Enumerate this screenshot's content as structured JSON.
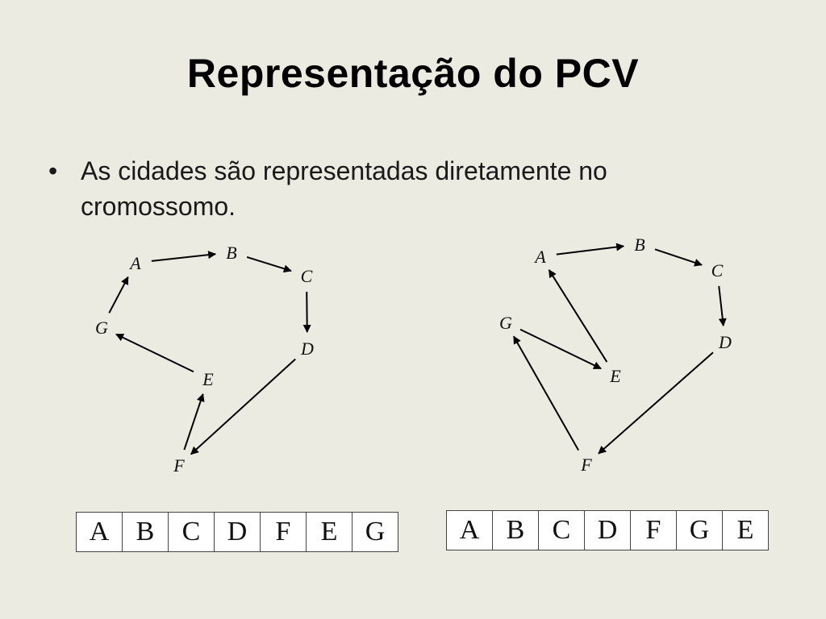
{
  "slide": {
    "title": "Representação do PCV",
    "bullet_symbol": "•",
    "bullet_text": "As cidades são representadas diretamente no cromossomo."
  },
  "diagrams": [
    {
      "nodes": [
        {
          "id": "A",
          "label": "A"
        },
        {
          "id": "B",
          "label": "B"
        },
        {
          "id": "C",
          "label": "C"
        },
        {
          "id": "D",
          "label": "D"
        },
        {
          "id": "E",
          "label": "E"
        },
        {
          "id": "F",
          "label": "F"
        },
        {
          "id": "G",
          "label": "G"
        }
      ],
      "edges": [
        [
          "A",
          "B"
        ],
        [
          "B",
          "C"
        ],
        [
          "C",
          "D"
        ],
        [
          "D",
          "F"
        ],
        [
          "F",
          "E"
        ],
        [
          "E",
          "G"
        ],
        [
          "G",
          "A"
        ]
      ],
      "chromosome": [
        "A",
        "B",
        "C",
        "D",
        "F",
        "E",
        "G"
      ]
    },
    {
      "nodes": [
        {
          "id": "A",
          "label": "A"
        },
        {
          "id": "B",
          "label": "B"
        },
        {
          "id": "C",
          "label": "C"
        },
        {
          "id": "D",
          "label": "D"
        },
        {
          "id": "E",
          "label": "E"
        },
        {
          "id": "F",
          "label": "F"
        },
        {
          "id": "G",
          "label": "G"
        }
      ],
      "edges": [
        [
          "A",
          "B"
        ],
        [
          "B",
          "C"
        ],
        [
          "C",
          "D"
        ],
        [
          "D",
          "F"
        ],
        [
          "F",
          "G"
        ],
        [
          "G",
          "E"
        ],
        [
          "E",
          "A"
        ]
      ],
      "chromosome": [
        "A",
        "B",
        "C",
        "D",
        "F",
        "G",
        "E"
      ]
    }
  ]
}
